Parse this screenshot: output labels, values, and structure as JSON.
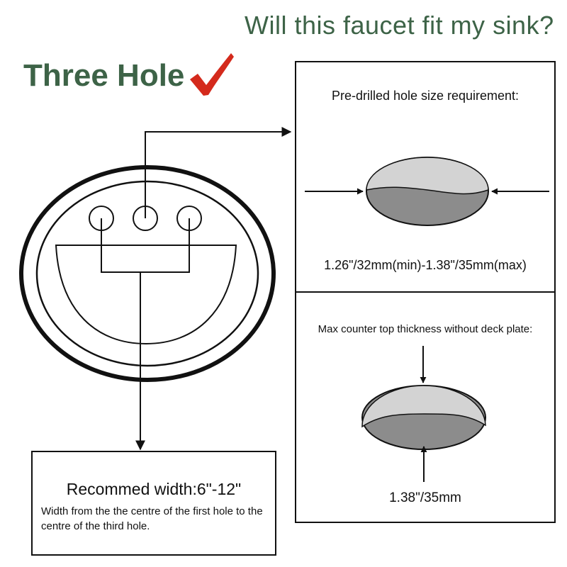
{
  "title": "Will this faucet fit my sink?",
  "hole_type": {
    "label": "Three Hole",
    "check_icon": "checkmark-icon"
  },
  "hole_size": {
    "heading": "Pre-drilled hole size requirement:",
    "value": "1.26\"/32mm(min)-1.38\"/35mm(max)"
  },
  "counter_thickness": {
    "heading": "Max counter top thickness without deck plate:",
    "value": "1.38\"/35mm"
  },
  "recommended": {
    "heading": "Recommed width:6\"-12\"",
    "description": "Width from the the centre of the first hole to the centre of the third hole."
  },
  "colors": {
    "title_green": "#3d6347",
    "check_red": "#d42a1c",
    "hole_top": "#d3d3d3",
    "hole_inner": "#8c8c8c",
    "line": "#111111"
  },
  "icons": [
    "checkmark-icon",
    "arrow-right-icon",
    "arrow-left-icon",
    "arrow-down-icon",
    "arrow-up-icon"
  ]
}
